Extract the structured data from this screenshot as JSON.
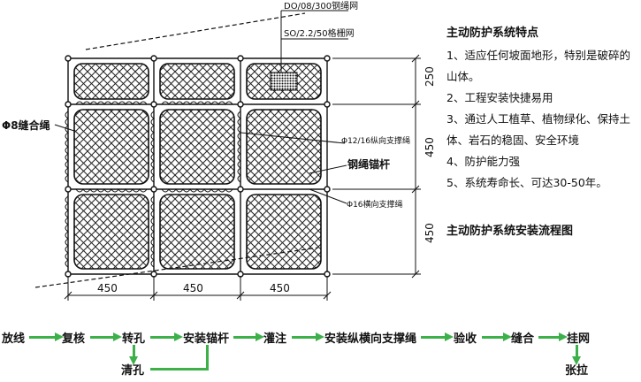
{
  "diagram": {
    "label_top1": "DO/08/300钢绳网",
    "label_top2": "SO/2.2/50格栅网",
    "label_left": "Φ8缝合绳",
    "label_vert_rope": "Φ12/16纵向支撑绳",
    "label_anchor": "钢绳锚杆",
    "label_horiz_rope": "Φ16横向支撑绳",
    "dim_top": "250",
    "dim_mid": "450",
    "dim_bottom": "450",
    "dim_w1": "450",
    "dim_w2": "450",
    "dim_w3": "450"
  },
  "features": {
    "title": "主动防护系统特点",
    "items": [
      "1、适应任何坡面地形，特别是破碎的山体。",
      "2、工程安装快捷易用",
      "3、通过人工植草、植物绿化、保持土体、岩石的稳固、安全环境",
      "4、防护能力强",
      "5、系统寿命长、可达30-50年。"
    ]
  },
  "process": {
    "title": "主动防护系统安装流程图",
    "steps": [
      "放线",
      "复核",
      "转孔",
      "安装锚杆",
      "灌注",
      "安装纵横向支撑绳",
      "验收",
      "缝合",
      "挂网"
    ],
    "sub_left": "清孔",
    "sub_right": "张拉"
  },
  "colors": {
    "arrow": "#3db04a"
  }
}
